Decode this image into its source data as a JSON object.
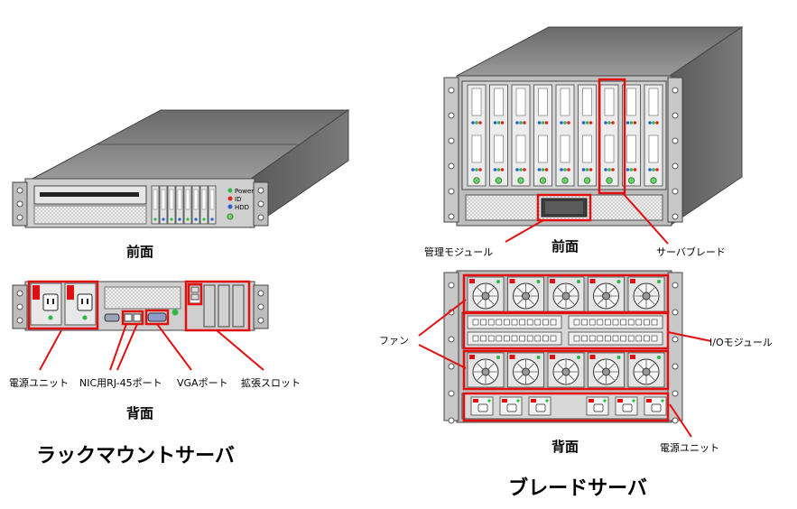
{
  "rack": {
    "title": "ラックマウントサーバ",
    "front_caption": "前面",
    "rear_caption": "背面",
    "led_labels": [
      "Power",
      "ID",
      "HDD"
    ],
    "callouts": {
      "psu": "電源ユニット",
      "nic": "NIC用RJ-45ポート",
      "vga": "VGAポート",
      "expansion": "拡張スロット"
    }
  },
  "blade": {
    "title": "ブレードサーバ",
    "front_caption": "前面",
    "rear_caption": "背面",
    "callouts": {
      "mgmt": "管理モジュール",
      "blade": "サーバブレード",
      "fan": "ファン",
      "io": "I/Oモジュール",
      "psu": "電源ユニット"
    }
  },
  "colors": {
    "highlight": "#e01010",
    "chassis": "#8a8a8a",
    "panel": "#d8d8d8"
  }
}
